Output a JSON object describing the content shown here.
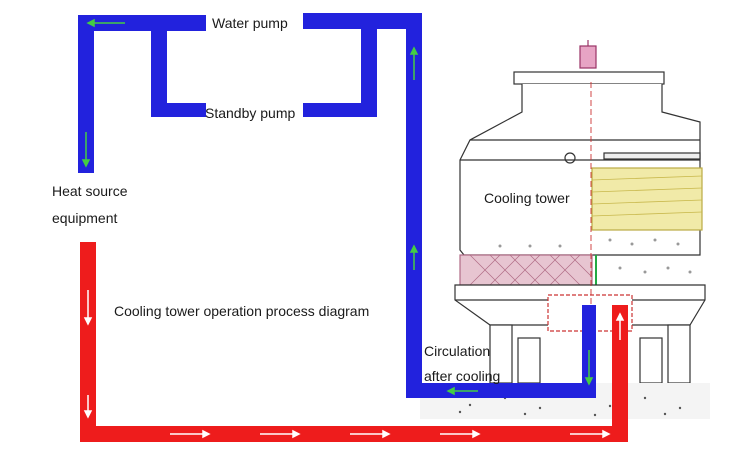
{
  "labels": {
    "water_pump": "Water pump",
    "standby_pump": "Standby pump",
    "heat_source_line1": "Heat source",
    "heat_source_line2": "equipment",
    "cooling_tower": "Cooling tower",
    "process_title": "Cooling tower operation process diagram",
    "circulation_line1": "Circulation",
    "circulation_line2": "after cooling"
  },
  "colors": {
    "cold_pipe": "#2222dd",
    "hot_pipe": "#ee1c1c",
    "flow_arrow_cold": "#44cc44",
    "flow_arrow_hot": "#ffffff",
    "fill_media": "#f1eaa8",
    "air_inlet": "#d9a7b7"
  }
}
